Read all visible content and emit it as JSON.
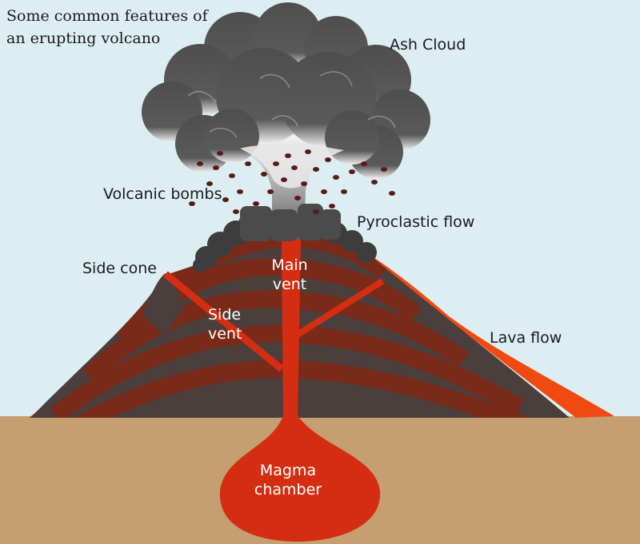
{
  "title": {
    "line1": "Some common features of",
    "line2": "an erupting volcano"
  },
  "labels": {
    "ash_cloud": "Ash Cloud",
    "volcanic_bombs": "Volcanic bombs",
    "pyroclastic_flow": "Pyroclastic flow",
    "side_cone": "Side cone",
    "main_vent_1": "Main",
    "main_vent_2": "vent",
    "side_vent_1": "Side",
    "side_vent_2": "vent",
    "lava_flow": "Lava flow",
    "magma_1": "Magma",
    "magma_2": "chamber"
  },
  "colors": {
    "sky": "#ddeef3",
    "ground": "#c59f6f",
    "lava": "#f04a12",
    "magma": "#d42d12",
    "rock_dark": "#4a3f3c",
    "rock_stripe": "#7a2a18",
    "ash": "#4f4f4f",
    "bombs": "#5a1a1a"
  }
}
